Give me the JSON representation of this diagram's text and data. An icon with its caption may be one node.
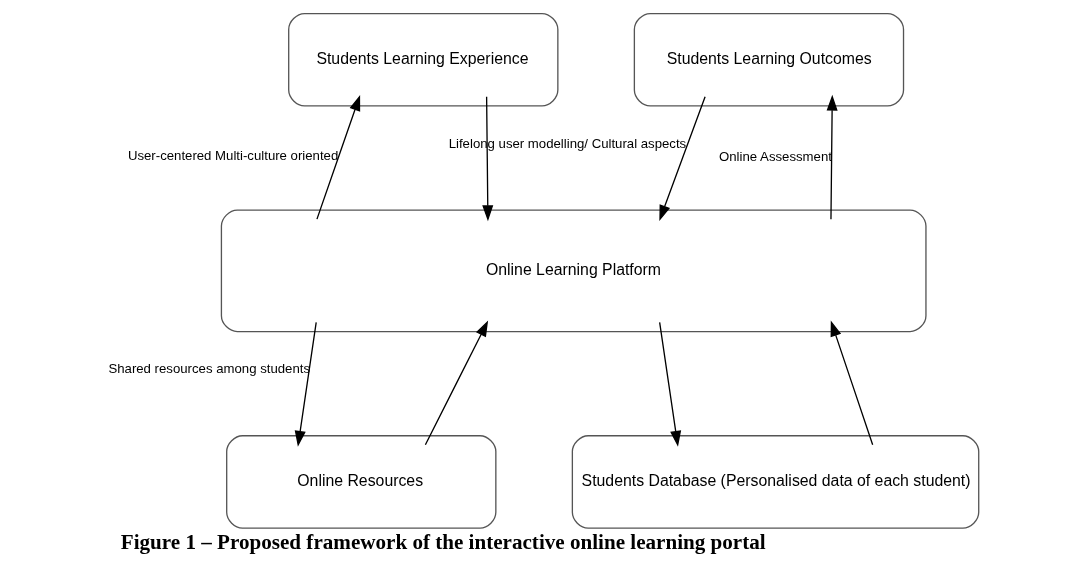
{
  "diagram": {
    "caption": "Figure 1 – Proposed framework of the interactive online learning portal",
    "nodes": [
      {
        "text": [
          "Students Learning Experience"
        ]
      },
      {
        "text": [
          "Students Learning Outcomes"
        ]
      },
      {
        "text": [
          "Online Learning Platform"
        ]
      },
      {
        "text": [
          "Online Resources"
        ]
      },
      {
        "text": [
          "Students Database (Personalised data of each student)"
        ]
      }
    ],
    "edges": [
      {
        "from": 2,
        "to": 0,
        "arrow": "to",
        "label": "User-centered Multi-culture oriented"
      },
      {
        "from": 0,
        "to": 2,
        "arrow": "to"
      },
      {
        "from": 1,
        "to": 2,
        "arrow": "to",
        "label": "Lifelong user modelling/ Cultural aspects"
      },
      {
        "from": 2,
        "to": 1,
        "arrow": "to",
        "label": "Online Assessment"
      },
      {
        "from": 2,
        "to": 3,
        "arrow": "to",
        "label": "Shared resources among students"
      },
      {
        "from": 3,
        "to": 2,
        "arrow": "to"
      },
      {
        "from": 2,
        "to": 4,
        "arrow": "to"
      },
      {
        "from": 4,
        "to": 2,
        "arrow": "to"
      }
    ]
  }
}
